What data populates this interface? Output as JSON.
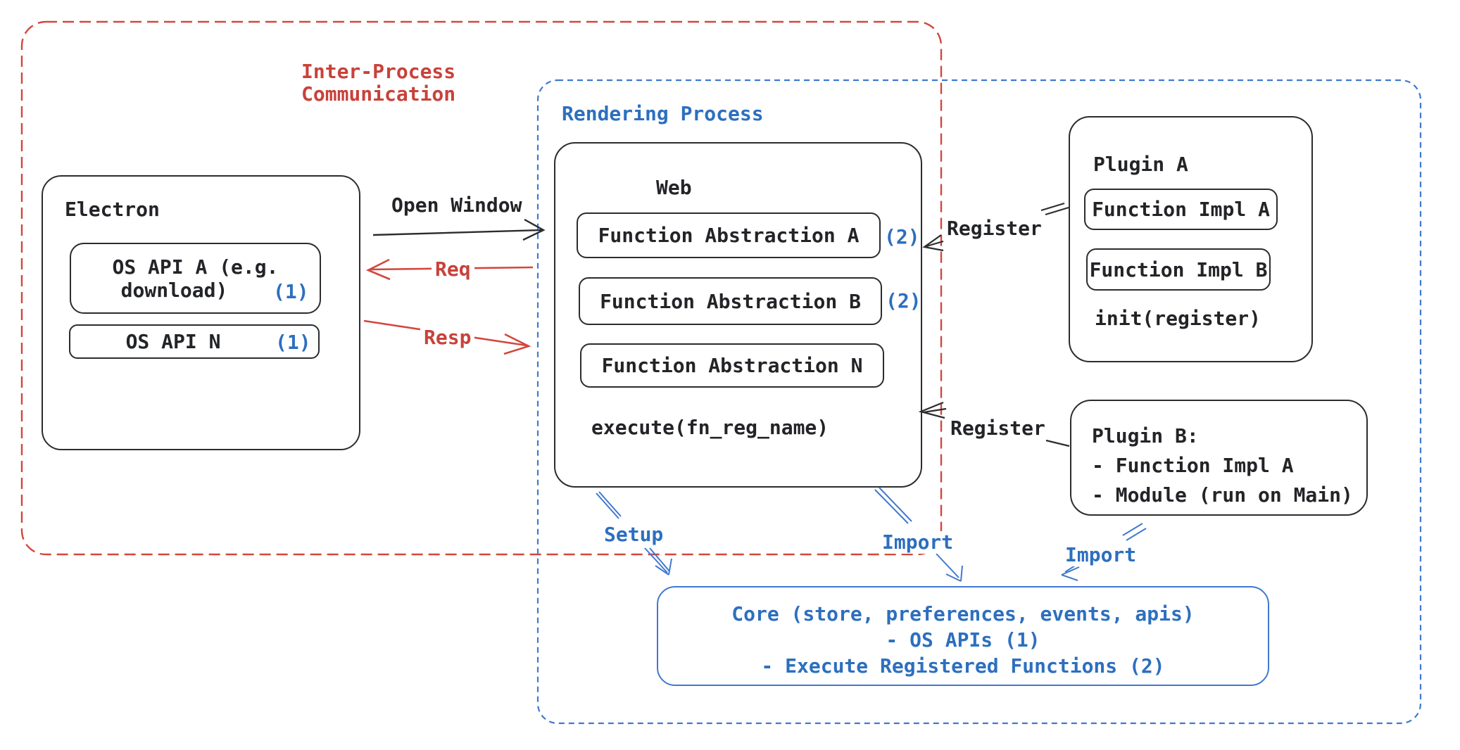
{
  "colors": {
    "red_text": "#c8423a",
    "red_line": "#d2473e",
    "blue_text": "#2d6fbf",
    "blue_border": "#4079cf",
    "ink": "#2b2c2e"
  },
  "ipc": {
    "label": "Inter-Process\nCommunication"
  },
  "rendering": {
    "label": "Rendering Process"
  },
  "electron": {
    "title": "Electron",
    "api_a": {
      "line1": "OS API A (e.g.",
      "line2": "download)",
      "badge": "(1)"
    },
    "api_n": {
      "label": "OS API N",
      "badge": "(1)"
    }
  },
  "flows": {
    "open_window": "Open Window",
    "req": "Req",
    "resp": "Resp",
    "register_top": "Register",
    "register_bottom": "Register",
    "setup": "Setup",
    "import_left": "Import",
    "import_right": "Import"
  },
  "web": {
    "title": "Web",
    "fa_a": {
      "label": "Function Abstraction A",
      "badge": "(2)"
    },
    "fa_b": {
      "label": "Function Abstraction B",
      "badge": "(2)"
    },
    "fa_n": {
      "label": "Function Abstraction N"
    },
    "execute": "execute(fn_reg_name)"
  },
  "plugin_a": {
    "title": "Plugin A",
    "impl_a": "Function Impl A",
    "impl_b": "Function Impl B",
    "init": "init(register)"
  },
  "plugin_b": {
    "line1": "Plugin B:",
    "line2": "- Function Impl A",
    "line3": "- Module (run on Main)"
  },
  "core": {
    "line1": "Core (store, preferences, events, apis)",
    "line2": "- OS APIs (1)",
    "line3": "- Execute Registered Functions (2)"
  }
}
